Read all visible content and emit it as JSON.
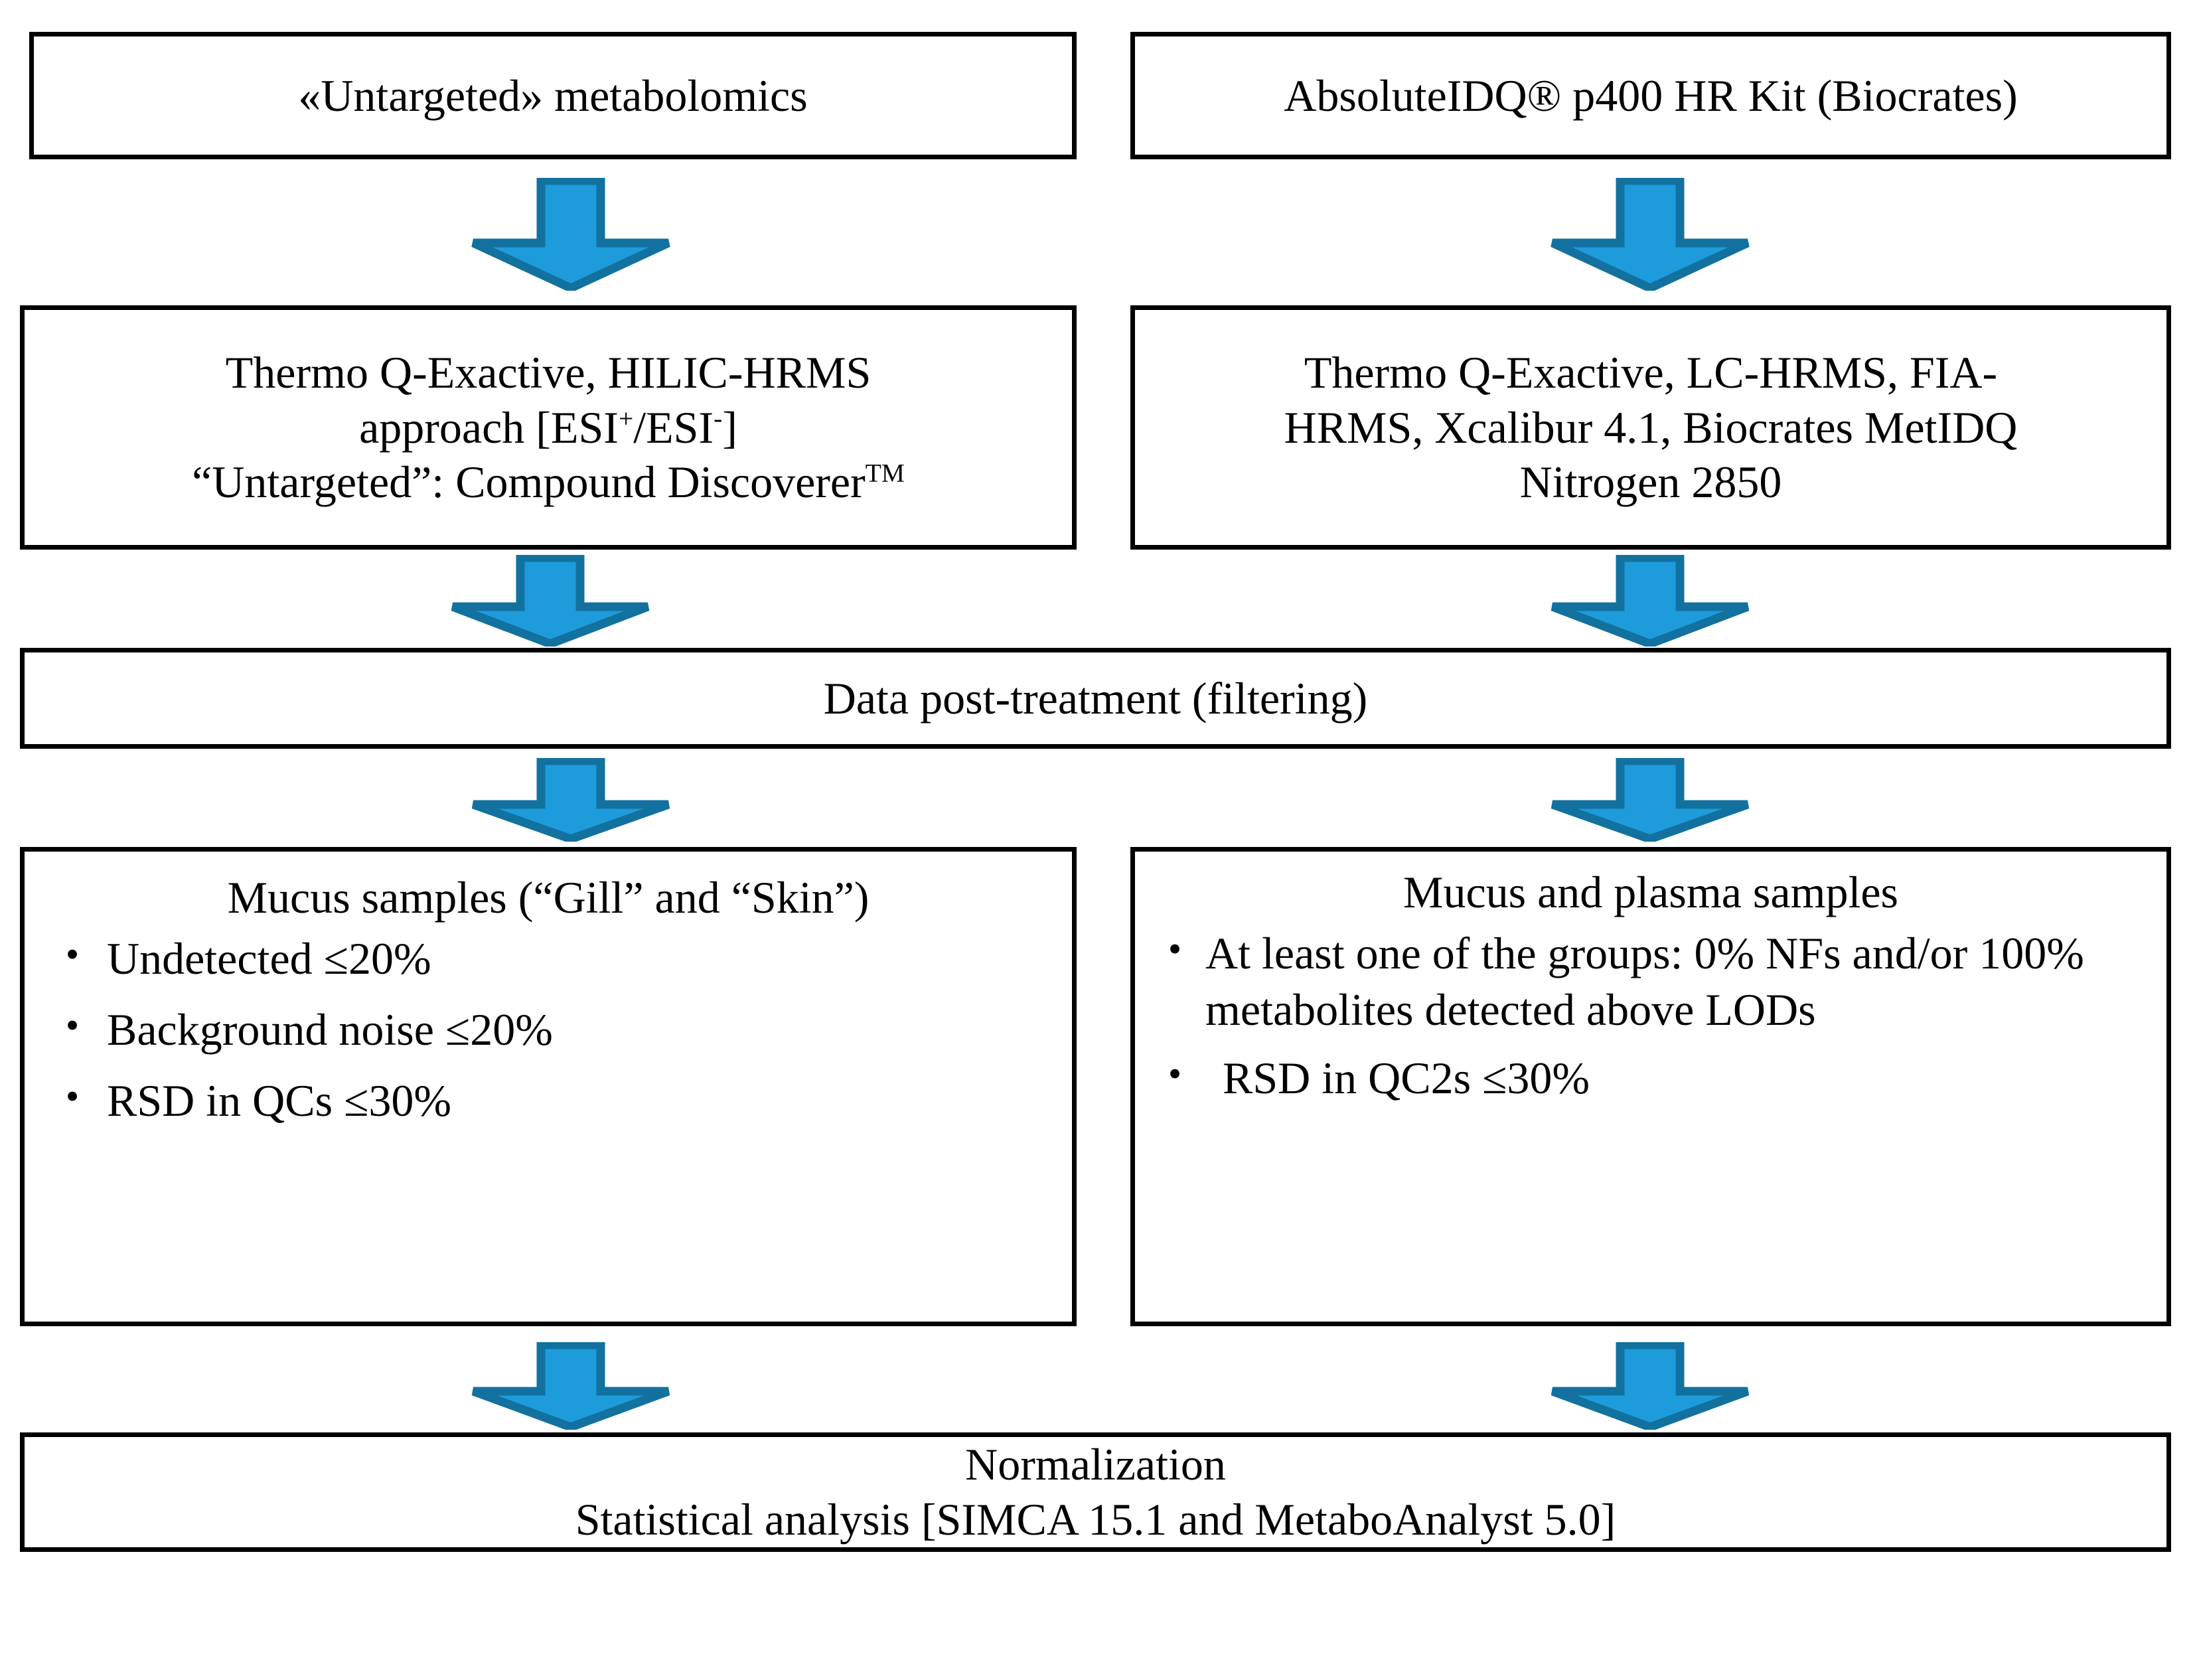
{
  "diagram": {
    "title": "Metabolomics workflow flowchart",
    "colors": {
      "arrow_fill": "#1E9BDB",
      "arrow_stroke": "#12719F",
      "box_border": "#000000",
      "box_background": "#FFFFFF",
      "text": "#000000"
    },
    "nodes": {
      "untargeted": {
        "label": "«Untargeted» metabolomics"
      },
      "absoluteidq": {
        "label": "AbsoluteIDQ® p400 HR Kit (Biocrates)"
      },
      "hilic": {
        "line1": "Thermo Q-Exactive, HILIC-HRMS",
        "line2_pre": "approach [ESI",
        "line2_sup1": "+",
        "line2_mid": "/ESI",
        "line2_sup2": "-",
        "line2_post": "]",
        "line3_pre": "“Untargeted”: Compound Discoverer",
        "line3_sup": "TM"
      },
      "lcfia": {
        "line1": "Thermo Q-Exactive, LC-HRMS, FIA-",
        "line2": "HRMS, Xcalibur 4.1, Biocrates MetIDQ",
        "line3": "Nitrogen 2850"
      },
      "post_treatment": {
        "label": "Data post-treatment (filtering)"
      },
      "mucus": {
        "title": "Mucus samples (“Gill” and “Skin”)",
        "bullet_glyph": "•",
        "bullets": [
          "Undetected ≤20%",
          "Background noise ≤20%",
          "RSD in QCs ≤30%"
        ]
      },
      "plasma": {
        "title": "Mucus and plasma samples",
        "bullet_glyph": "•",
        "bullets": [
          "At least one of the groups: 0% NFs and/or 100% metabolites detected above LODs",
          "RSD in QC2s ≤30%"
        ]
      },
      "normalization": {
        "line1": "Normalization",
        "line2": "Statistical analysis [SIMCA 15.1 and MetaboAnalyst 5.0]"
      }
    },
    "arrows": [
      {
        "name": "arrow-untargeted-to-hilic"
      },
      {
        "name": "arrow-absoluteidq-to-lcfia"
      },
      {
        "name": "arrow-hilic-to-post-treatment"
      },
      {
        "name": "arrow-lcfia-to-post-treatment"
      },
      {
        "name": "arrow-post-treatment-to-mucus"
      },
      {
        "name": "arrow-post-treatment-to-plasma"
      },
      {
        "name": "arrow-mucus-to-normalization"
      },
      {
        "name": "arrow-plasma-to-normalization"
      }
    ]
  }
}
